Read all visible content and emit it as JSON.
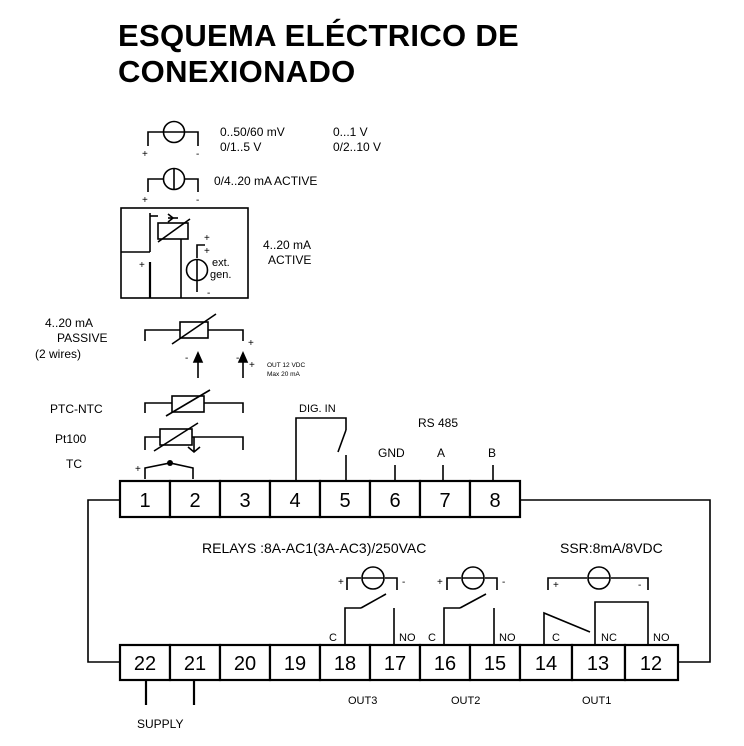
{
  "title": "ESQUEMA ELÉCTRICO DE CONEXIONADO",
  "inputs": {
    "voltage_range_a": "0..50/60 mV",
    "voltage_range_b": "0/1..5 V",
    "voltage_range_c": "0...1 V",
    "voltage_range_d": "0/2..10 V",
    "current_active": "0/4..20 mA ACTIVE",
    "loop_active_line1": "4..20 mA",
    "loop_active_line2": "ACTIVE",
    "ext_gen_line1": "ext.",
    "ext_gen_line2": "gen.",
    "passive_line1": "4..20 mA",
    "passive_line2": "PASSIVE",
    "passive_line3": "(2 wires)",
    "out12_line1": "OUT 12 VDC",
    "out12_line2": "Max 20 mA",
    "ptc_ntc": "PTC-NTC",
    "pt100": "Pt100",
    "tc": "TC",
    "dig_in": "DIG. IN",
    "rs485": "RS 485",
    "gnd": "GND",
    "rs_a": "A",
    "rs_b": "B",
    "plus": "+",
    "minus": "-"
  },
  "terminals_top": [
    "1",
    "2",
    "3",
    "4",
    "5",
    "6",
    "7",
    "8"
  ],
  "terminals_bottom": [
    "22",
    "21",
    "20",
    "19",
    "18",
    "17",
    "16",
    "15",
    "14",
    "13",
    "12"
  ],
  "outputs": {
    "relays": "RELAYS :8A-AC1(3A-AC3)/250VAC",
    "ssr": "SSR:8mA/8VDC",
    "c": "C",
    "no": "NO",
    "nc": "NC",
    "out3": "OUT3",
    "out2": "OUT2",
    "out1": "OUT1",
    "supply": "SUPPLY"
  }
}
